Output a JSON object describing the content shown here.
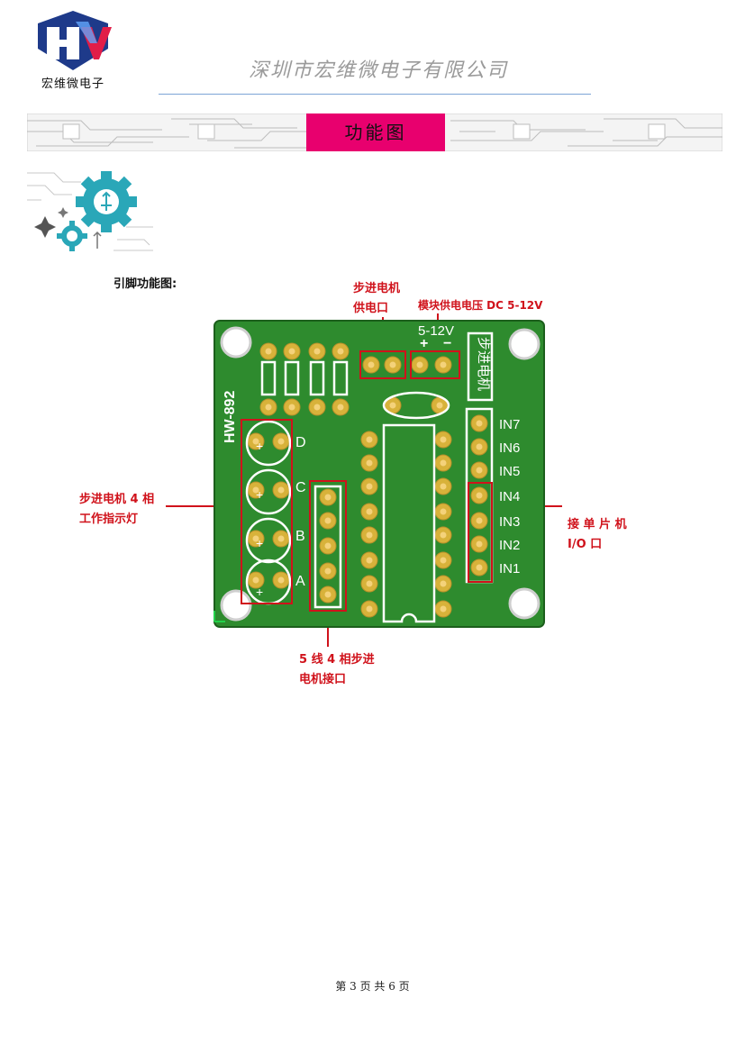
{
  "header": {
    "logo_text": "宏维微电子",
    "company_name": "深圳市宏维微电子有限公司"
  },
  "banner": {
    "title": "功能图"
  },
  "section": {
    "title": "引脚功能图:"
  },
  "board": {
    "model": "HW-892",
    "voltage_label": "5-12V",
    "plus_sign": "+",
    "minus_sign": "−",
    "motor_label": "步进电机",
    "phase_letters": [
      "D",
      "C",
      "B",
      "A"
    ],
    "input_pins": [
      "IN7",
      "IN6",
      "IN5",
      "IN4",
      "IN3",
      "IN2",
      "IN1"
    ]
  },
  "annotations": {
    "motor_power_line1": "步进电机",
    "motor_power_line2": "供电口",
    "module_power": "模块供电电压 DC 5-12V",
    "indicator_line1": "步进电机 4 相",
    "indicator_line2": "工作指示灯",
    "mcu_line1": "接 单 片 机",
    "mcu_line2": "I/O 口",
    "interface_line1": "5 线 4 相步进",
    "interface_line2": "电机接口"
  },
  "colors": {
    "pcb_green": "#2e8b2e",
    "accent_pink": "#e8006e",
    "annotation_red": "#d0121b",
    "pad_gold": "#d8b23a"
  },
  "footer": {
    "page_text": "第 3 页 共 6 页"
  }
}
